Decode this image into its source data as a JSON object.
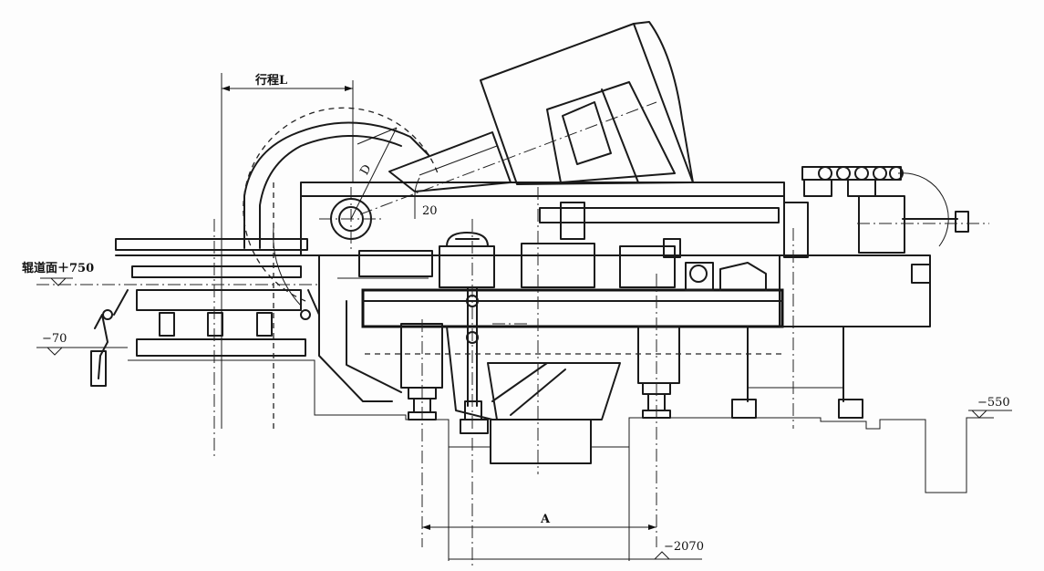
{
  "labels": {
    "stroke": "行程L",
    "roll_surface": "辊道面＋750",
    "level_minus_70": "−70",
    "level_minus_550": "−550",
    "level_minus_2070": "−2070",
    "dimension_a": "A",
    "angle_20": "20",
    "diameter_d": "D"
  },
  "colors": {
    "line": "#1a1a1a",
    "paper": "#fdfdfd"
  }
}
